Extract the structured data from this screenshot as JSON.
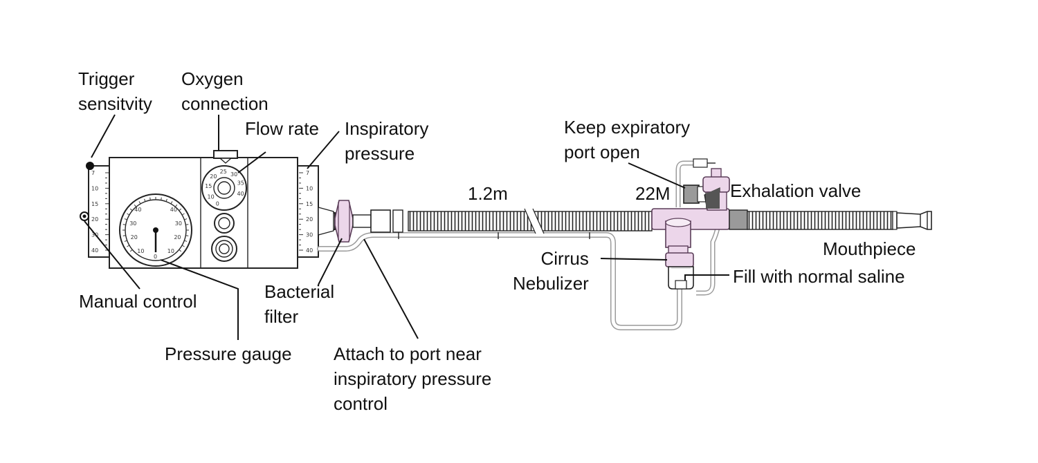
{
  "labels": {
    "trigger_sensitivity": "Trigger\nsensitvity",
    "oxygen_connection": "Oxygen\nconnection",
    "flow_rate": "Flow rate",
    "inspiratory_pressure": "Inspiratory\npressure",
    "manual_control": "Manual control",
    "pressure_gauge": "Pressure gauge",
    "bacterial_filter": "Bacterial\nfilter",
    "attach_to_port": "Attach to port near\ninspiratory pressure\ncontrol",
    "tube_length": "1.2m",
    "size_22m": "22M",
    "keep_expiratory_port_open": "Keep expiratory\nport open",
    "exhalation_valve": "Exhalation valve",
    "mouthpiece": "Mouthpiece",
    "cirrus_nebulizer": "Cirrus\nNebulizer",
    "fill_with_saline": "Fill with normal saline"
  },
  "scale_left": [
    "7",
    "10",
    "15",
    "20",
    "30",
    "40"
  ],
  "scale_right": [
    "7",
    "10",
    "15",
    "20",
    "30",
    "40"
  ],
  "gauge_ticks_left": [
    "40",
    "30",
    "20",
    "10"
  ],
  "gauge_ticks_right": [
    "40",
    "30",
    "20",
    "10"
  ],
  "gauge_zero": "0",
  "flow_dial_ticks": [
    "0",
    "10",
    "15",
    "20",
    "25",
    "30",
    "35",
    "40"
  ],
  "colors": {
    "tubing_fill": "#ecd6ea",
    "tubing_stroke": "#5a3d58",
    "gray_part": "#8a8a8a",
    "dark_part": "#444444",
    "line": "#111111"
  }
}
